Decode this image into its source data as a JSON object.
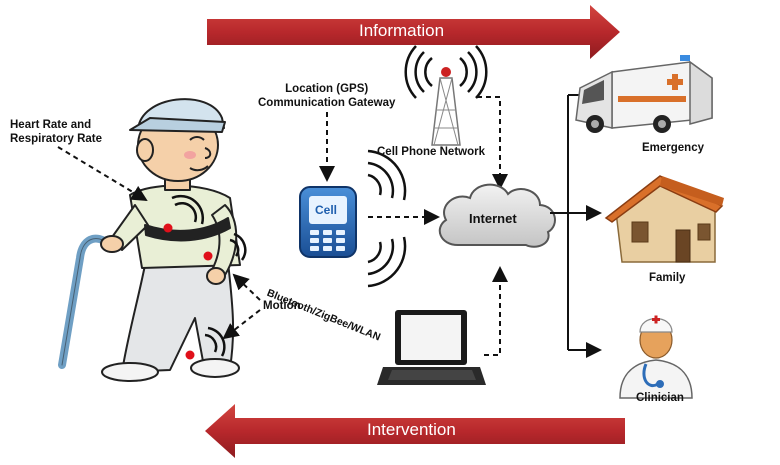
{
  "arrows": {
    "top": "Information",
    "bottom": "Intervention"
  },
  "labels": {
    "vitals_line1": "Heart Rate and",
    "vitals_line2": "Respiratory Rate",
    "motion": "Motion",
    "gateway_line1": "Location (GPS)",
    "gateway_line2": "Communication Gateway",
    "cell_network": "Cell Phone Network",
    "wireless": "Bluetooth/ZigBee/WLAN",
    "internet": "Internet",
    "phone_screen": "Cell",
    "emergency": "Emergency",
    "family": "Family",
    "clinician": "Clinician"
  },
  "colors": {
    "arrow_red": "#b8282c",
    "cloud_gray": "#d8d8d8",
    "phone_blue": "#1f5fae",
    "sensor_red": "#e0101a",
    "house_orange": "#d9702a"
  }
}
